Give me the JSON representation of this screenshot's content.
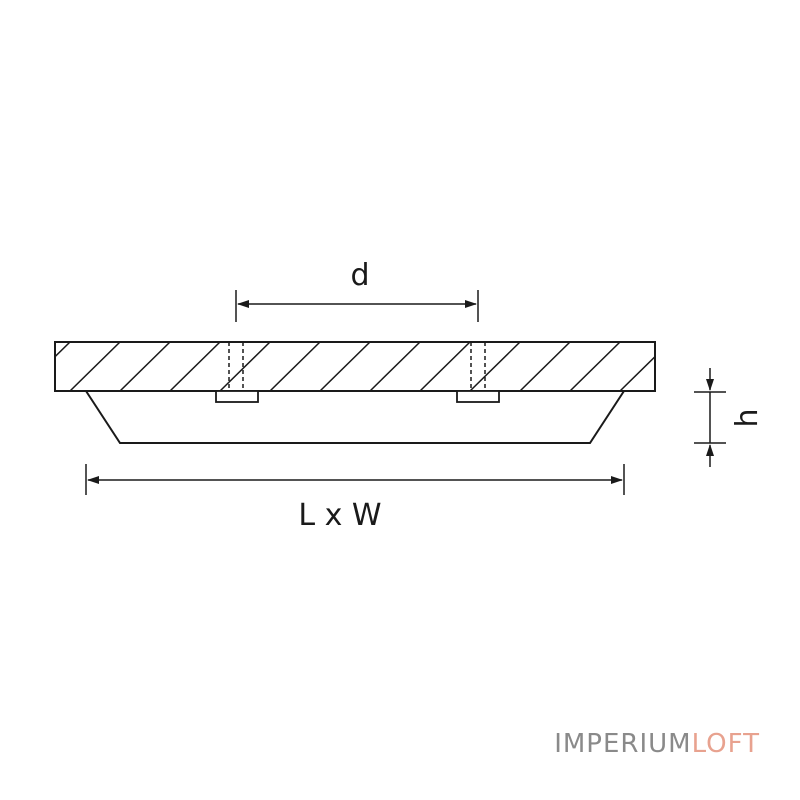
{
  "dimensions": {
    "d": "d",
    "size": "L x W",
    "height": "h"
  },
  "logo": {
    "part1": "IMPERIUM",
    "part2": "LOFT"
  },
  "colors": {
    "line": "#1a1a1a",
    "logo_gray": "#8a8a8a",
    "logo_accent": "#e8a28f"
  }
}
